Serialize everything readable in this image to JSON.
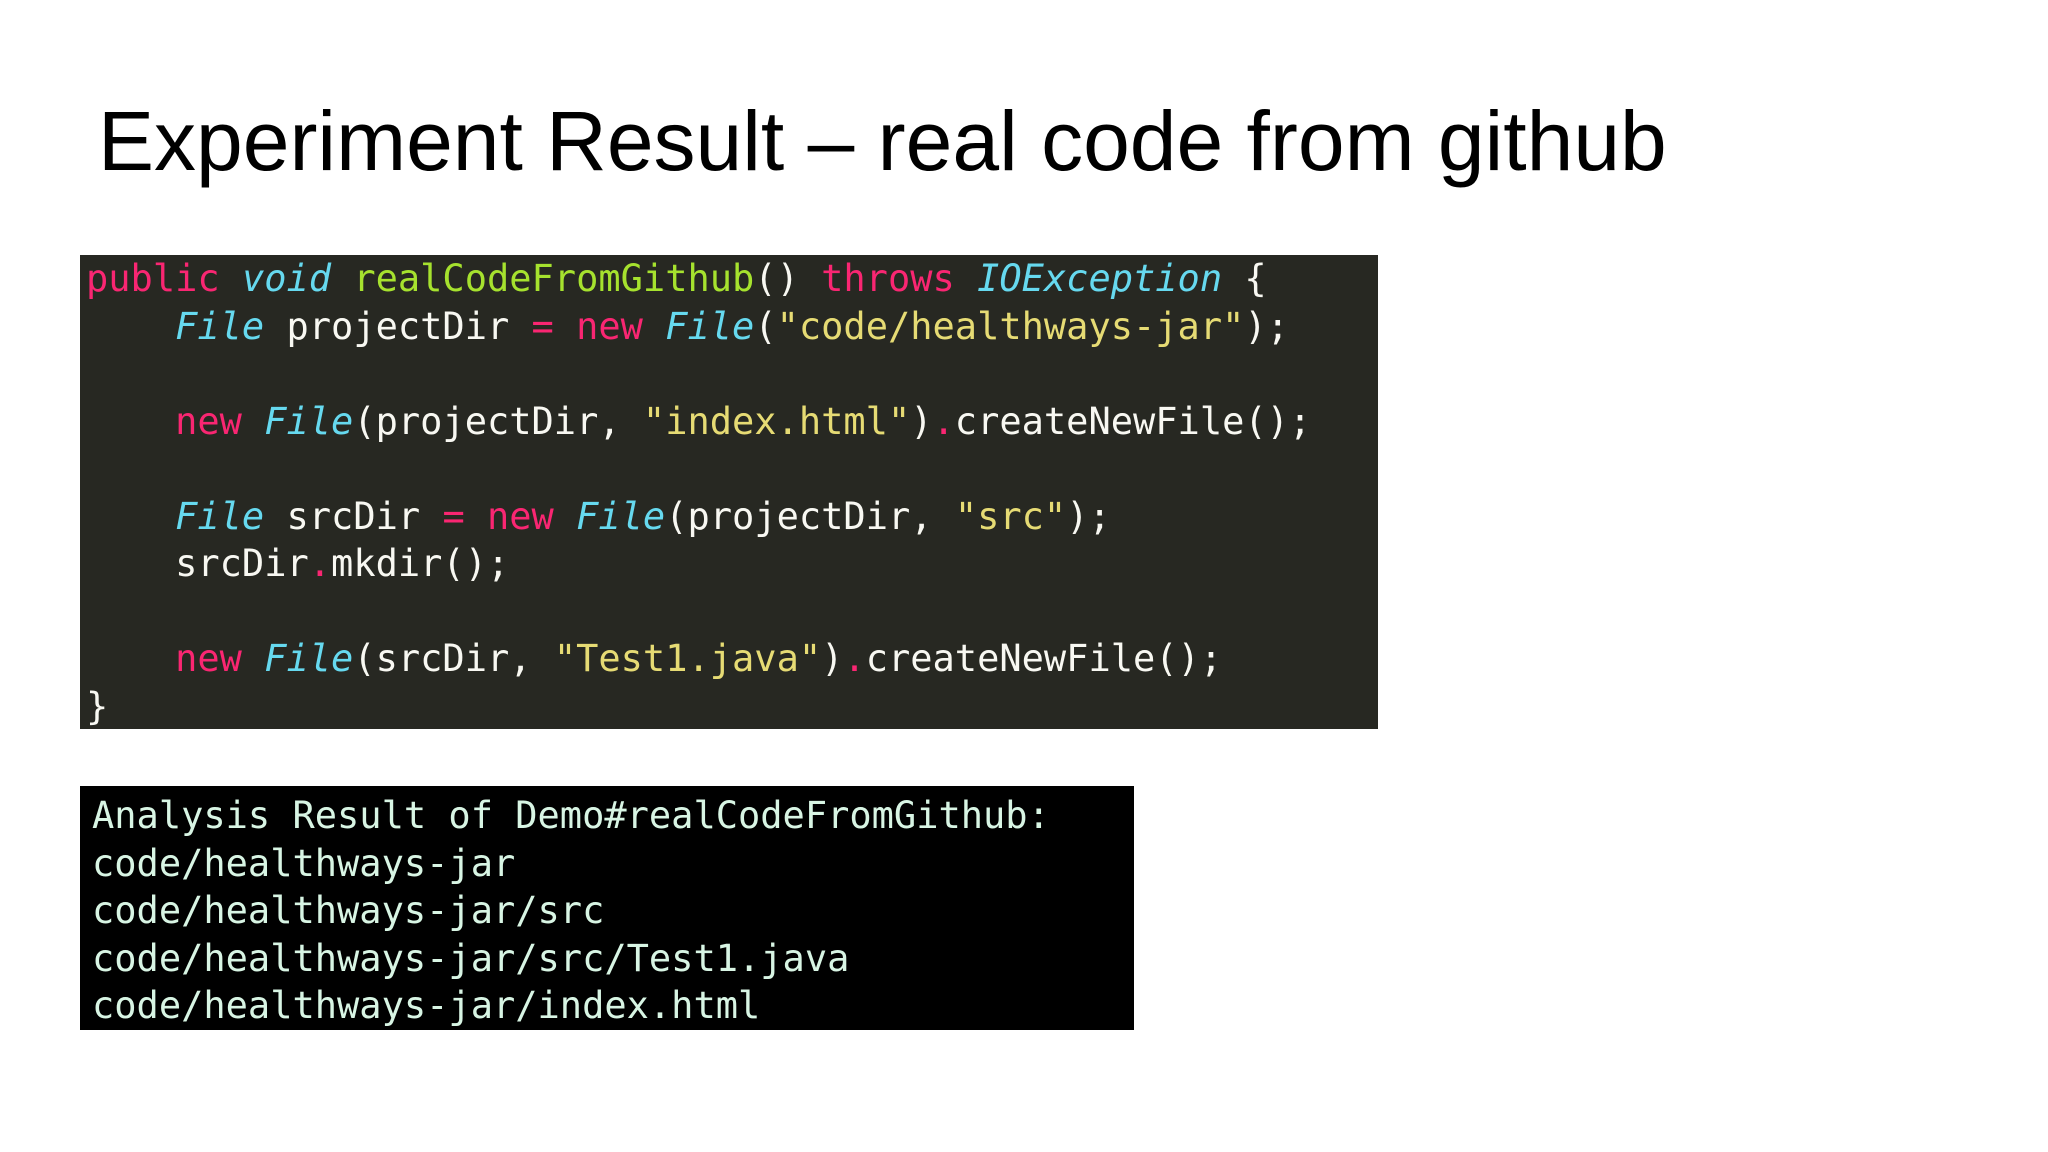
{
  "slide": {
    "title": "Experiment Result – real code from github"
  },
  "code": {
    "lines": [
      [
        {
          "t": "public",
          "k": "keyword"
        },
        {
          "t": " ",
          "k": "plain"
        },
        {
          "t": "void",
          "k": "type"
        },
        {
          "t": " ",
          "k": "plain"
        },
        {
          "t": "realCodeFromGithub",
          "k": "func"
        },
        {
          "t": "() ",
          "k": "plain"
        },
        {
          "t": "throws",
          "k": "keyword"
        },
        {
          "t": " ",
          "k": "plain"
        },
        {
          "t": "IOException",
          "k": "type"
        },
        {
          "t": " {",
          "k": "plain"
        }
      ],
      [
        {
          "t": "    ",
          "k": "plain"
        },
        {
          "t": "File",
          "k": "type"
        },
        {
          "t": " projectDir ",
          "k": "plain"
        },
        {
          "t": "=",
          "k": "op"
        },
        {
          "t": " ",
          "k": "plain"
        },
        {
          "t": "new",
          "k": "keyword"
        },
        {
          "t": " ",
          "k": "plain"
        },
        {
          "t": "File",
          "k": "type"
        },
        {
          "t": "(",
          "k": "plain"
        },
        {
          "t": "\"code/healthways-jar\"",
          "k": "string"
        },
        {
          "t": ");",
          "k": "plain"
        }
      ],
      [],
      [
        {
          "t": "    ",
          "k": "plain"
        },
        {
          "t": "new",
          "k": "keyword"
        },
        {
          "t": " ",
          "k": "plain"
        },
        {
          "t": "File",
          "k": "type"
        },
        {
          "t": "(projectDir, ",
          "k": "plain"
        },
        {
          "t": "\"index.html\"",
          "k": "string"
        },
        {
          "t": ")",
          "k": "plain"
        },
        {
          "t": ".",
          "k": "op"
        },
        {
          "t": "createNewFile();",
          "k": "plain"
        }
      ],
      [],
      [
        {
          "t": "    ",
          "k": "plain"
        },
        {
          "t": "File",
          "k": "type"
        },
        {
          "t": " srcDir ",
          "k": "plain"
        },
        {
          "t": "=",
          "k": "op"
        },
        {
          "t": " ",
          "k": "plain"
        },
        {
          "t": "new",
          "k": "keyword"
        },
        {
          "t": " ",
          "k": "plain"
        },
        {
          "t": "File",
          "k": "type"
        },
        {
          "t": "(projectDir, ",
          "k": "plain"
        },
        {
          "t": "\"src\"",
          "k": "string"
        },
        {
          "t": ");",
          "k": "plain"
        }
      ],
      [
        {
          "t": "    srcDir",
          "k": "plain"
        },
        {
          "t": ".",
          "k": "op"
        },
        {
          "t": "mkdir();",
          "k": "plain"
        }
      ],
      [],
      [
        {
          "t": "    ",
          "k": "plain"
        },
        {
          "t": "new",
          "k": "keyword"
        },
        {
          "t": " ",
          "k": "plain"
        },
        {
          "t": "File",
          "k": "type"
        },
        {
          "t": "(srcDir, ",
          "k": "plain"
        },
        {
          "t": "\"Test1.java\"",
          "k": "string"
        },
        {
          "t": ")",
          "k": "plain"
        },
        {
          "t": ".",
          "k": "op"
        },
        {
          "t": "createNewFile();",
          "k": "plain"
        }
      ],
      [
        {
          "t": "}",
          "k": "plain"
        }
      ]
    ]
  },
  "result": {
    "lines": [
      "Analysis Result of Demo#realCodeFromGithub:",
      "code/healthways-jar",
      "code/healthways-jar/src",
      "code/healthways-jar/src/Test1.java",
      "code/healthways-jar/index.html"
    ]
  },
  "colors": {
    "code_background": "#272822",
    "keyword": "#f92672",
    "type": "#66d9ef",
    "function": "#a6e22e",
    "string": "#e6db74",
    "plain": "#f8f8f2",
    "result_background": "#000000",
    "result_text": "#d8f5e4"
  }
}
